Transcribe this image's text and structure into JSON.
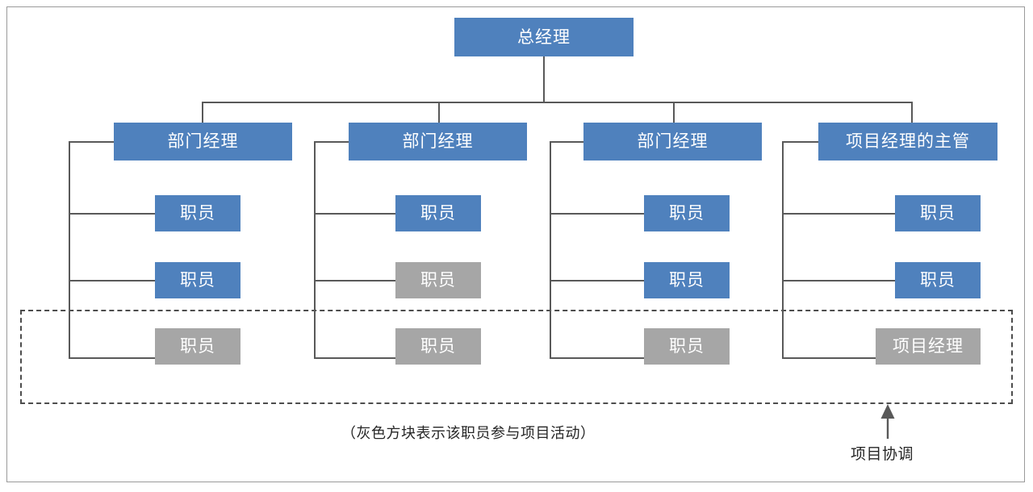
{
  "figure": {
    "title_node": {
      "label": "总经理"
    },
    "colors": {
      "blue": "#4F81BD",
      "gray": "#A6A6A6",
      "line": "#595959",
      "dashed_border": "#4D4D4D",
      "frame": "#9A9A9A",
      "text_on_box": "#FFFFFF",
      "caption_text": "#262626"
    },
    "columns": [
      {
        "manager": {
          "label": "部门经理",
          "fill": "blue"
        },
        "staff": [
          {
            "label": "职员",
            "fill": "blue"
          },
          {
            "label": "职员",
            "fill": "blue"
          },
          {
            "label": "职员",
            "fill": "gray"
          }
        ]
      },
      {
        "manager": {
          "label": "部门经理",
          "fill": "blue"
        },
        "staff": [
          {
            "label": "职员",
            "fill": "blue"
          },
          {
            "label": "职员",
            "fill": "gray"
          },
          {
            "label": "职员",
            "fill": "gray"
          }
        ]
      },
      {
        "manager": {
          "label": "部门经理",
          "fill": "blue"
        },
        "staff": [
          {
            "label": "职员",
            "fill": "blue"
          },
          {
            "label": "职员",
            "fill": "blue"
          },
          {
            "label": "职员",
            "fill": "gray"
          }
        ]
      },
      {
        "manager": {
          "label": "项目经理的主管",
          "fill": "blue"
        },
        "staff": [
          {
            "label": "职员",
            "fill": "blue"
          },
          {
            "label": "职员",
            "fill": "blue"
          },
          {
            "label": "项目经理",
            "fill": "gray"
          }
        ]
      }
    ],
    "caption": "（灰色方块表示该职员参与项目活动）",
    "annotation": {
      "label": "项目协调",
      "arrow": "arrow-up-icon"
    }
  }
}
